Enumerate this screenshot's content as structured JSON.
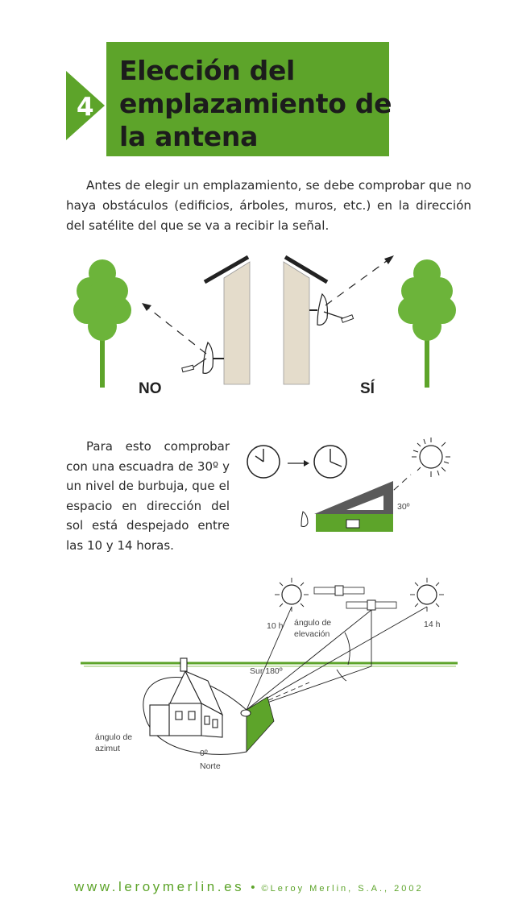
{
  "step": {
    "number": "4"
  },
  "title": {
    "lines": [
      "Elección del",
      "emplazamiento de",
      "la antena"
    ]
  },
  "intro": {
    "text": "Antes de elegir un emplazamiento, se debe comprobar que no haya obstáculos (edificios, árboles, muros, etc.) en la dirección del satélite del que se va a recibir la señal."
  },
  "illustration1": {
    "label_no": "NO",
    "label_si": "SÍ"
  },
  "check": {
    "text": "Para esto comprobar con una escuadra de 30º y un nivel de burbuja, que el espacio en dirección del sol está despejado entre las 10 y 14 horas."
  },
  "illustration2": {
    "angle_label": "30º"
  },
  "illustration3": {
    "label_10h": "10 h",
    "label_14h": "14 h",
    "elevation_label": "ángulo de elevación",
    "south_label": "Sur 180º",
    "azimuth_label": "ángulo de azimut",
    "zero_label": "0º",
    "north_label": "Norte"
  },
  "footer": {
    "url": "www.leroymerlin.es",
    "separator": "•",
    "copyright": "©Leroy Merlin, S.A., 2002"
  },
  "colors": {
    "accent_green": "#5da42a",
    "wall": "#e4dccb",
    "text": "#222222"
  }
}
